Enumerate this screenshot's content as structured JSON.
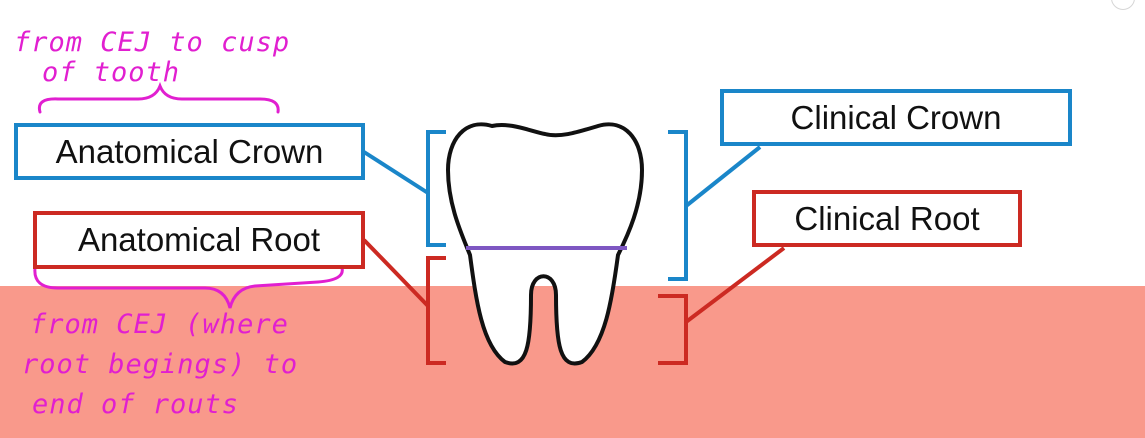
{
  "labels": {
    "anatomical_crown": "Anatomical Crown",
    "anatomical_root": "Anatomical Root",
    "clinical_crown": "Clinical Crown",
    "clinical_root": "Clinical Root"
  },
  "notes": {
    "crown_note": [
      "from CEJ to cusp",
      "of tooth"
    ],
    "root_note": [
      "from CEJ (where",
      "root begings) to",
      "end of routs"
    ]
  },
  "colors": {
    "crown_blue": "#1a86c9",
    "root_red": "#cc2a22",
    "gum_pink": "#f9998b",
    "cej_purple": "#7e57c2",
    "annotation_magenta": "#e11fd0",
    "tooth_outline": "#111111"
  }
}
